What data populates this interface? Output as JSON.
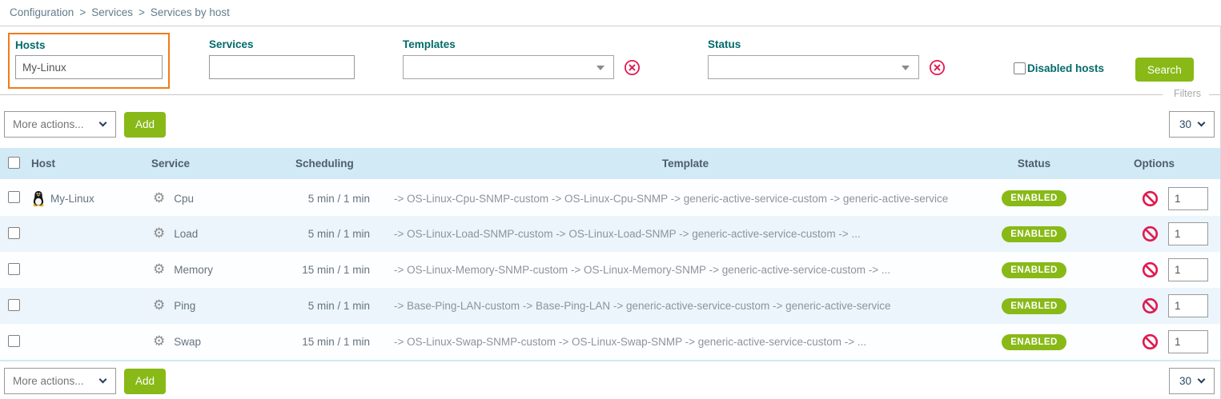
{
  "app": {
    "page_title": "Services by host"
  },
  "breadcrumb": {
    "separator": ">",
    "items": [
      "Configuration",
      "Services",
      "Services by host"
    ]
  },
  "filters": {
    "legend": "Filters",
    "hosts": {
      "label": "Hosts",
      "value": "My-Linux"
    },
    "services": {
      "label": "Services",
      "value": ""
    },
    "templates": {
      "label": "Templates",
      "value": "",
      "clear_icon": "circled-x-icon"
    },
    "status": {
      "label": "Status",
      "value": "",
      "clear_icon": "circled-x-icon"
    },
    "disabled_hosts": {
      "label": "Disabled hosts",
      "checked": false
    },
    "search_button_label": "Search"
  },
  "toolbar": {
    "more_actions_label": "More actions...",
    "add_button_label": "Add",
    "page_size_value": "30"
  },
  "table": {
    "columns": [
      "Host",
      "Service",
      "Scheduling",
      "Template",
      "Status",
      "Options"
    ],
    "rows": [
      {
        "host": "My-Linux",
        "service": "Cpu",
        "scheduling": "5 min / 1 min",
        "template": "-> OS-Linux-Cpu-SNMP-custom -> OS-Linux-Cpu-SNMP -> generic-active-service-custom -> generic-active-service",
        "status": "ENABLED",
        "options_value": "1"
      },
      {
        "host": "",
        "service": "Load",
        "scheduling": "5 min / 1 min",
        "template": "-> OS-Linux-Load-SNMP-custom -> OS-Linux-Load-SNMP -> generic-active-service-custom -> ...",
        "status": "ENABLED",
        "options_value": "1"
      },
      {
        "host": "",
        "service": "Memory",
        "scheduling": "15 min / 1 min",
        "template": "-> OS-Linux-Memory-SNMP-custom -> OS-Linux-Memory-SNMP -> generic-active-service-custom -> ...",
        "status": "ENABLED",
        "options_value": "1"
      },
      {
        "host": "",
        "service": "Ping",
        "scheduling": "5 min / 1 min",
        "template": "-> Base-Ping-LAN-custom -> Base-Ping-LAN -> generic-active-service-custom -> generic-active-service",
        "status": "ENABLED",
        "options_value": "1"
      },
      {
        "host": "",
        "service": "Swap",
        "scheduling": "15 min / 1 min",
        "template": "-> OS-Linux-Swap-SNMP-custom -> OS-Linux-Swap-SNMP -> generic-active-service-custom -> ...",
        "status": "ENABLED",
        "options_value": "1"
      }
    ]
  },
  "icons": {
    "host_os": "linux-tux-icon",
    "service": "gear-icon",
    "template_clear": "circled-x-icon",
    "options": "no-entry-icon"
  },
  "colors": {
    "accent_green": "#88b917",
    "header_blue": "#d2eaf6",
    "row_alt_blue": "#ebf5fb",
    "label_teal": "#026a6a",
    "highlight_orange": "#ee7b1c",
    "alert_red": "#e01a4f",
    "navy_select": "#2c4a66"
  }
}
